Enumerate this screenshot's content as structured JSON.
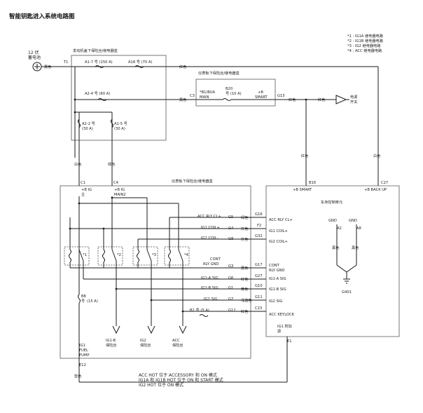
{
  "title": "智能钥匙进入系统电路图",
  "legend": [
    "*1 : IG1A 继电器电路",
    "*2 : IG1B 继电器电路",
    "*3 : IG2 继电器电路",
    "*4 : ACC 继电器电路"
  ],
  "battery": {
    "label_1": "12 伏",
    "label_2": "蓄电池",
    "wire": "黑色",
    "term": "T1"
  },
  "engine_box": {
    "title": "发动机盖下保险丝/继电器盒",
    "fuse_a17": "A1-7 号 (150 A)",
    "fuse_a18": "A18 号 (70 A)",
    "fuse_a24": "A2-4 号 (60 A)",
    "fuse_a22_1": "A2-2 号",
    "fuse_a22_2": "(30 A)",
    "fuse_a15_1": "A1-5 号",
    "fuse_a15_2": "(30 A)",
    "wire_red": "红色",
    "wire_black": "黑色",
    "wire_white": "白色",
    "wire_green": "绿色"
  },
  "dash_upper_box": {
    "title": "仪表板下保险丝/继电器盒",
    "main_1": "*B1/BUA",
    "main_2": "MAIN",
    "fuse_b20_1": "B20",
    "fuse_b20_2": "号 (10 A)",
    "smart_1": "+B",
    "smart_2": "SMART",
    "term_c3": "C3",
    "term_g15": "G15",
    "wire_red": "红色"
  },
  "alarm": {
    "label_1": "电源",
    "label_2": "开关",
    "wire": "红色"
  },
  "right_wires": {
    "left": "红色",
    "right": "白色"
  },
  "controller": {
    "title": "车身控制单元",
    "term_b16": "B16",
    "term_c27": "C27",
    "smart": "+B SMART",
    "backup": "+B BACK UP",
    "acc_rly": "ACC RLY CL+",
    "ig1_coil": "IG1 COIL+",
    "ig2_coil": "IG2 COIL+",
    "cont_1": "CONT",
    "cont_2": "RLY GND",
    "ig1a_sig": "IG1-A SIG",
    "ig1b_sig": "IG1-B SIG",
    "ig2_sig": "IG2 SIG",
    "acc_keylock": "ACC KEYLOCK",
    "gnd_1": "GND",
    "gnd_2": "GND",
    "term_a2": "A2",
    "term_a8": "A8",
    "ig1_sub_1": "IG1 附加",
    "ig1_sub_2": "源",
    "term_e1": "E1"
  },
  "pin_colors": {
    "g16": "G16",
    "f2": "F2",
    "g32": "G32",
    "g17": "G17",
    "g27": "G27",
    "g10": "G10",
    "g11": "G11",
    "c23": "C23",
    "c_acc": "绿色",
    "c_ig1": "灰色",
    "c_ig2": "灰色",
    "c_gnd": "黑色",
    "c_ig1a": "红色",
    "c_ig1b": "黄色",
    "c_ig2s": "浅蓝色",
    "c_key": "红色"
  },
  "gnd_wires": {
    "a2": "黑色",
    "a8": "黑色",
    "ground": "G401"
  },
  "dash_lower_box": {
    "title": "仪表板下保险丝/继电器盒",
    "term_c1": "C1",
    "term_c4": "C4",
    "main_1": "+B IG",
    "main_2": "主",
    "main2_1": "+B IG",
    "main2_2": "MAIN2",
    "acc_rly": "ACC RLY CL+",
    "ig1_coil": "IG1 COIL+",
    "ig2_coil": "IG2 COIL-",
    "cont_1": "CONT",
    "cont_2": "RLY GND",
    "ig1a_sig": "IG1-A SIG",
    "ig1b_sig": "IG1-B SIG",
    "ig2_sig": "IG2 SIG",
    "term_g5": "G5",
    "term_g4": "G4",
    "term_g8": "G8",
    "term_g3": "G3",
    "term_g6": "G6",
    "term_g1": "G1",
    "term_g7": "G7",
    "term_g12": "G12",
    "r1": "*1",
    "r2": "*2",
    "r3": "*3",
    "r4": "*4",
    "fuse_b2": "B2 号 (5 A)",
    "fuse_b8_1": "B8",
    "fuse_b8_2": "号",
    "fuse_b8_3": "(15 A)",
    "out_ig1b_1": "IG1-B",
    "out_ig1b_2": "保险丝",
    "out_ig2_1": "IG2",
    "out_ig2_2": "保险丝",
    "out_acc_1": "ACC",
    "out_acc_2": "保险丝",
    "ig1_1": "IG1",
    "ig1_2": "FUEL",
    "ig1_3": "PUMP",
    "term_e12": "E12",
    "wire_blue": "蓝色"
  },
  "bottom_notes": [
    "ACC HOT 位于 ACCESSORY 和 ON 模式",
    "IG1A 和 IG1B HOT 位于 ON 和 START 模式",
    "IG2 HOT 位于 ON 模式"
  ]
}
